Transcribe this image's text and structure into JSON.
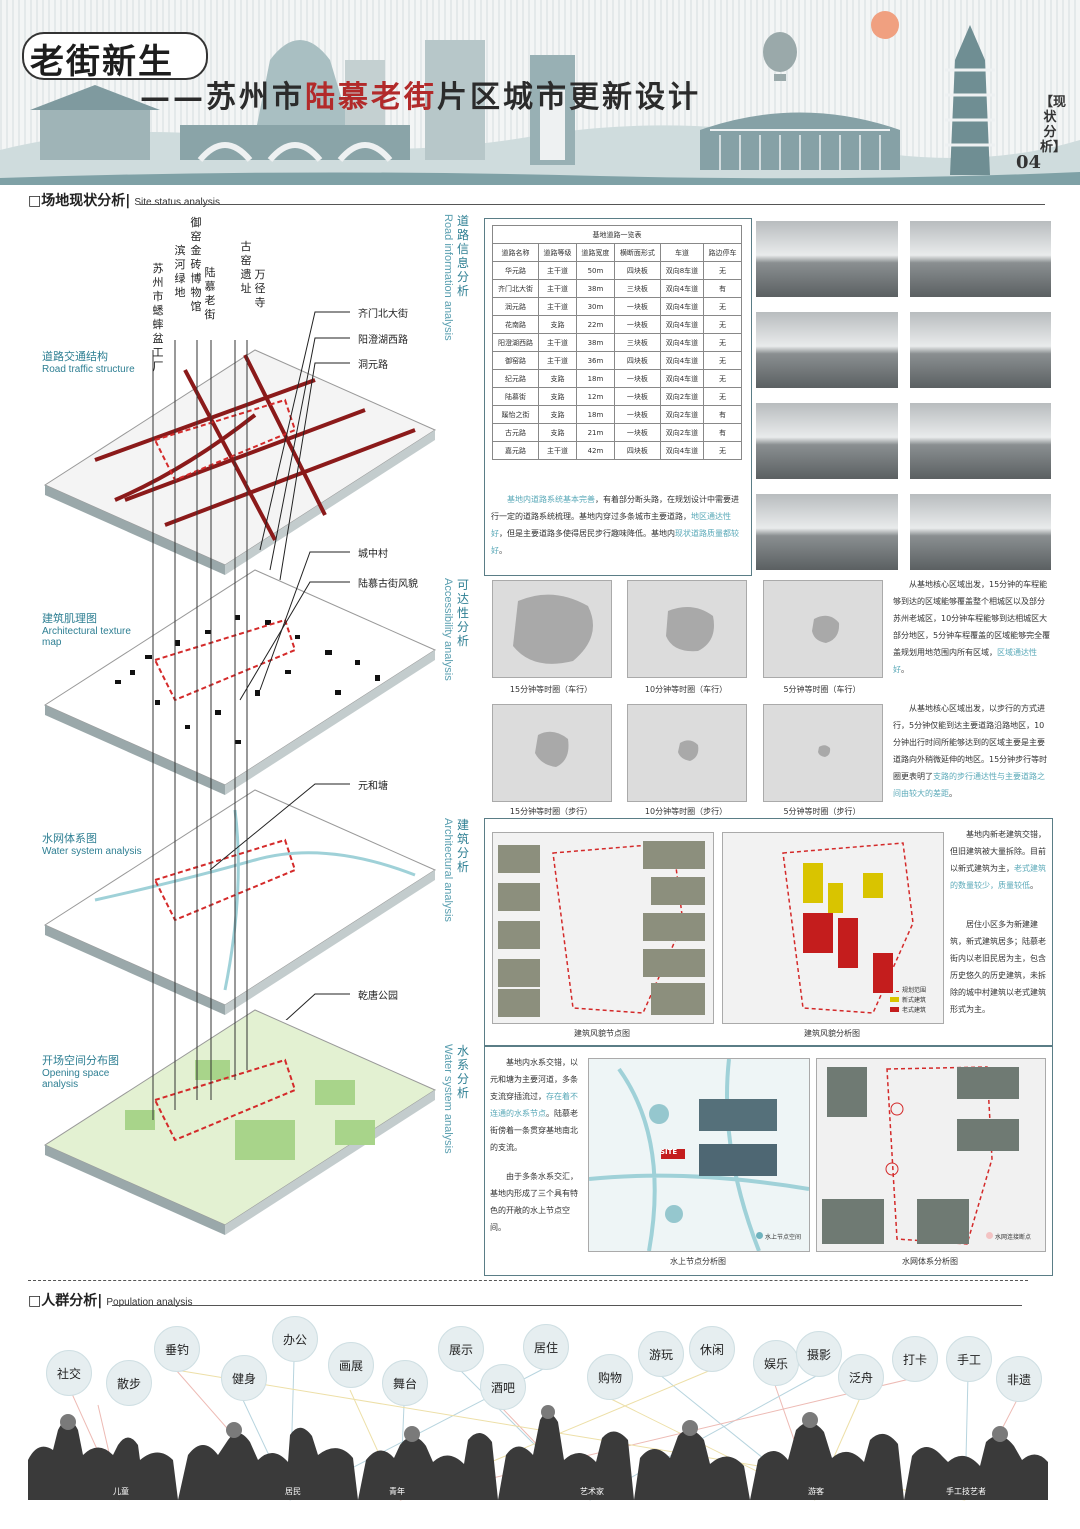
{
  "header": {
    "title_main": "老街新生",
    "subtitle_prefix": "——苏州市",
    "subtitle_highlight": "陆慕老街",
    "subtitle_suffix": "片区城市更新设计",
    "side_tag": "【现状分析】",
    "page_number": "04"
  },
  "site_section": {
    "title_cn": "□场地现状分析",
    "title_en": "Site status analysis"
  },
  "landmarks": [
    {
      "text": "苏州市蟋蟀盆工厂"
    },
    {
      "text": "滨河绿地"
    },
    {
      "text": "御窑金砖博物馆"
    },
    {
      "text": "陆慕老街"
    },
    {
      "text": "古窑遗址"
    },
    {
      "text": "万径寺"
    }
  ],
  "layers": [
    {
      "cn": "道路交通结构",
      "en": "Road traffic structure"
    },
    {
      "cn": "建筑肌理图",
      "en": "Architectural texture map"
    },
    {
      "cn": "水网体系图",
      "en": "Water system analysis"
    },
    {
      "cn": "开场空间分布图",
      "en": "Opening space analysis"
    }
  ],
  "callouts": [
    "齐门北大街",
    "阳澄湖西路",
    "洞元路",
    "城中村",
    "陆慕古街风貌",
    "元和塘",
    "乾唐公园"
  ],
  "vertical_titles": [
    {
      "cn": "道路信息分析",
      "en": "Road information analysis"
    },
    {
      "cn": "可达性分析",
      "en": "Accessibility analysis"
    },
    {
      "cn": "建筑分析",
      "en": "Architectural analysis"
    },
    {
      "cn": "水系分析",
      "en": "Water system analysis"
    }
  ],
  "road_table": {
    "title": "基地道路一览表",
    "headers": [
      "道路名称",
      "道路等级",
      "道路宽度",
      "横断面形式",
      "车道",
      "路边停车"
    ],
    "rows": [
      [
        "华元路",
        "主干道",
        "50m",
        "四块板",
        "双向8车道",
        "无"
      ],
      [
        "齐门北大街",
        "主干道",
        "38m",
        "三块板",
        "双向4车道",
        "有"
      ],
      [
        "润元路",
        "主干道",
        "30m",
        "一块板",
        "双向4车道",
        "无"
      ],
      [
        "花南路",
        "支路",
        "22m",
        "一块板",
        "双向4车道",
        "无"
      ],
      [
        "阳澄湖西路",
        "主干道",
        "38m",
        "三块板",
        "双向4车道",
        "无"
      ],
      [
        "御窑路",
        "主干道",
        "36m",
        "四块板",
        "双向4车道",
        "无"
      ],
      [
        "纪元路",
        "支路",
        "18m",
        "一块板",
        "双向4车道",
        "无"
      ],
      [
        "陆慕街",
        "支路",
        "12m",
        "一块板",
        "双向2车道",
        "无"
      ],
      [
        "蹊怡之街",
        "支路",
        "18m",
        "一块板",
        "双向2车道",
        "有"
      ],
      [
        "古元路",
        "支路",
        "21m",
        "一块板",
        "双向2车道",
        "有"
      ],
      [
        "嘉元路",
        "主干道",
        "42m",
        "四块板",
        "双向4车道",
        "无"
      ]
    ]
  },
  "road_text": {
    "p1": "基地内道路系统基本完善",
    "p2": "，有着部分断头路，在规划设计中需要进行一定的道路系统梳理。基地内穿过多条城市主要道路，",
    "p3": "地区通达性好",
    "p4": "，但是主要道路多使得居民步行趣味降低。基地内",
    "p5": "现状道路质量都较好",
    "p6": "。"
  },
  "isochrones_car": [
    "15分钟等时圈（车行）",
    "10分钟等时圈（车行）",
    "5分钟等时圈（车行）"
  ],
  "isochrones_walk": [
    "15分钟等时圈（步行）",
    "10分钟等时圈（步行）",
    "5分钟等时圈（步行）"
  ],
  "access_text": {
    "car_a": "从基地核心区域出发，15分钟的车程能够到达的区域能够覆盖整个相城区以及部分苏州老城区，10分钟车程能够到达相城区大部分地区，5分钟车程覆盖的区域能够完全覆盖规划用地范围内所有区域，",
    "car_hl": "区域通达性好",
    "car_b": "。",
    "walk_a": "从基地核心区域出发，以步行的方式进行，5分钟仅能到达主要道路沿路地区，10分钟出行时间所能够达到的区域主要是主要道路向外稍微延伸的地区。15分钟步行等时圈更表明了",
    "walk_hl": "支路的步行通达性与主要道路之间由较大的差距",
    "walk_b": "。"
  },
  "arch_captions": [
    "建筑风貌节点图",
    "建筑风貌分析图"
  ],
  "arch_legend": [
    "规划范围",
    "新式建筑",
    "老式建筑"
  ],
  "arch_text": {
    "a": "基地内新老建筑交错，但旧建筑被大量拆除。目前以新式建筑为主，",
    "hl": "老式建筑的数量较少，质量较低",
    "b": "。",
    "c": "居住小区多为新建建筑，新式建筑居多；陆慕老街内以老旧民居为主，包含历史悠久的历史建筑，未拆除的城中村建筑以老式建筑形式为主。"
  },
  "water_text": {
    "a": "基地内水系交错，以元和塘为主要河道，多条支流穿插流过，",
    "hl": "存在着不连通的水系节点",
    "b": "。陆慕老街傍着一条贯穿基地南北的支流。",
    "c": "由于多条水系交汇，基地内形成了三个具有特色的开敞的水上节点空间。"
  },
  "water_captions": [
    "水上节点分析图",
    "水网体系分析图"
  ],
  "water_legends": [
    "水上节点空间",
    "水网连接断点"
  ],
  "site_tag": "SITE",
  "population_section": {
    "title_cn": "□人群分析",
    "title_en": "Population analysis"
  },
  "activities": [
    "社交",
    "散步",
    "垂钓",
    "健身",
    "办公",
    "画展",
    "舞台",
    "展示",
    "酒吧",
    "居住",
    "购物",
    "游玩",
    "休闲",
    "娱乐",
    "摄影",
    "泛舟",
    "打卡",
    "手工",
    "非遗"
  ],
  "groups": [
    "儿童",
    "居民",
    "青年",
    "艺术家",
    "游客",
    "手工技艺者"
  ],
  "colors": {
    "accent": "#2e7f93",
    "red": "#b22a2a",
    "road": "#8b1a1a",
    "green": "#a8d48a"
  }
}
